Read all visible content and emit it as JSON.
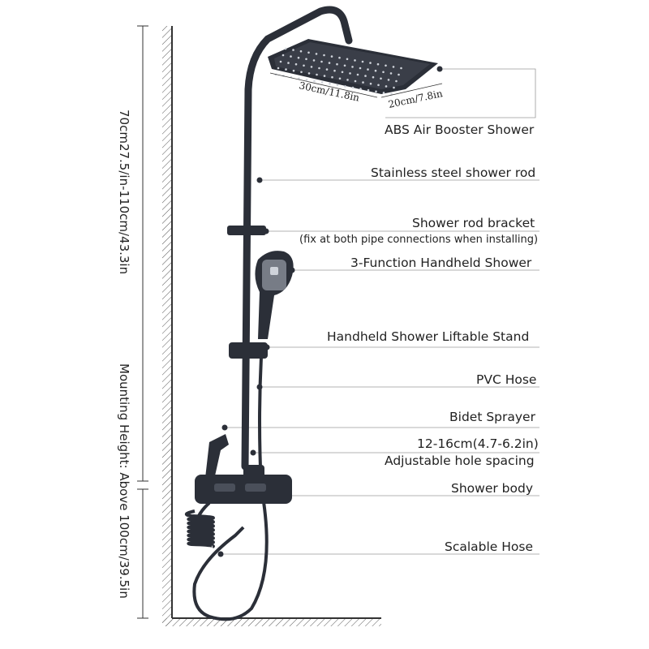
{
  "dimensions": {
    "head_length": "30cm/11.8in",
    "head_width": "20cm/7.8in",
    "rod_height": "70cm27.5/in-110cm/43.3in",
    "mounting_height": "Mounting Height: Above 100cm/39.5in"
  },
  "labels": [
    {
      "id": "abs",
      "text": "ABS Air Booster Shower"
    },
    {
      "id": "rod",
      "text": "Stainless steel shower rod"
    },
    {
      "id": "bracket",
      "text": "Shower rod bracket"
    },
    {
      "id": "bracket_note",
      "text": "(fix at both pipe connections when installing)"
    },
    {
      "id": "handheld",
      "text": "3-Function Handheld Shower"
    },
    {
      "id": "stand",
      "text": "Handheld Shower Liftable Stand"
    },
    {
      "id": "pvc",
      "text": "PVC Hose"
    },
    {
      "id": "bidet",
      "text": "Bidet Sprayer"
    },
    {
      "id": "spacing_size",
      "text": "12-16cm(4.7-6.2in)"
    },
    {
      "id": "spacing",
      "text": "Adjustable hole spacing"
    },
    {
      "id": "body",
      "text": "Shower body"
    },
    {
      "id": "scalable",
      "text": "Scalable Hose"
    }
  ],
  "colors": {
    "fixture": "#2b2f38",
    "head_top": "#3a3e48",
    "line": "#9a9a9a"
  }
}
